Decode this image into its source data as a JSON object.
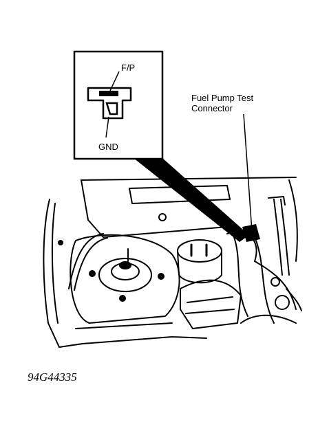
{
  "inset": {
    "pin_top_label": "F/P",
    "pin_bottom_label": "GND"
  },
  "callout": {
    "line1": "Fuel Pump Test",
    "line2": "Connector"
  },
  "figure_number": "94G44335",
  "colors": {
    "ink": "#000000",
    "paper": "#ffffff"
  }
}
